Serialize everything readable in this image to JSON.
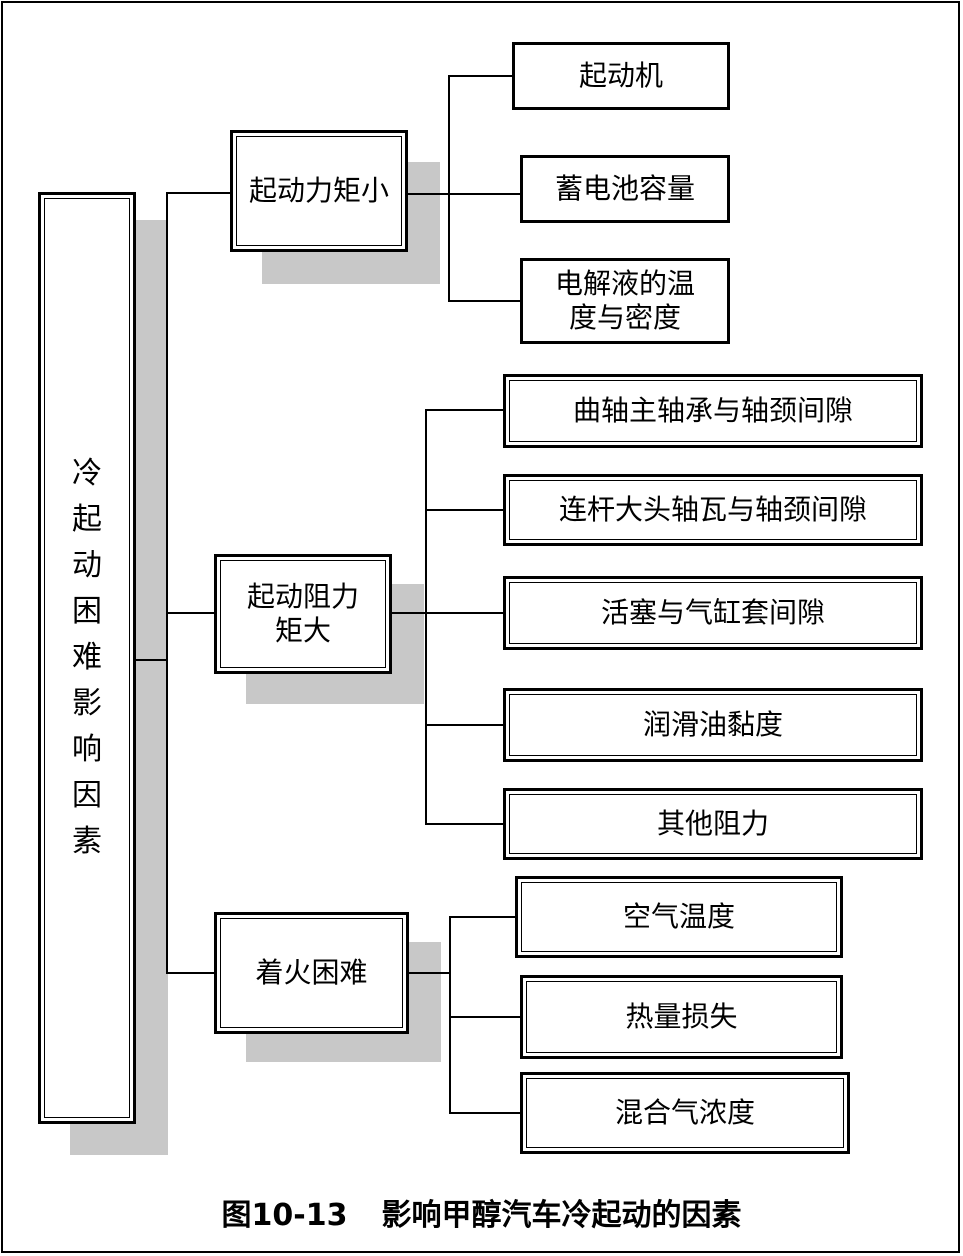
{
  "root": {
    "label": "冷起动困难影响因素"
  },
  "groups": [
    {
      "label": "起动力矩小",
      "items": [
        "起动机",
        "蓄电池容量",
        "电解液的温度与密度"
      ]
    },
    {
      "label": "起动阻力矩大",
      "items": [
        "曲轴主轴承与轴颈间隙",
        "连杆大头轴瓦与轴颈间隙",
        "活塞与气缸套间隙",
        "润滑油黏度",
        "其他阻力"
      ]
    },
    {
      "label": "着火困难",
      "items": [
        "空气温度",
        "热量损失",
        "混合气浓度"
      ]
    }
  ],
  "caption": {
    "number": "图10-13",
    "text": "影响甲醇汽车冷起动的因素"
  }
}
